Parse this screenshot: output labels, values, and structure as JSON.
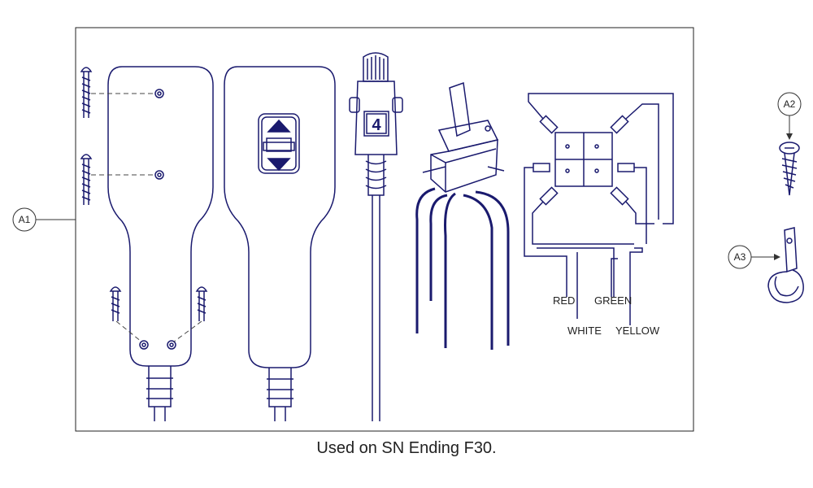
{
  "callouts": {
    "a1": "A1",
    "a2": "A2",
    "a3": "A3"
  },
  "pendant": {
    "cable_connector_label": "4"
  },
  "wiring": {
    "red": "RED",
    "white": "WHITE",
    "green": "GREEN",
    "yellow": "YELLOW"
  },
  "caption": "Used on SN Ending F30.",
  "colors": {
    "line": "#1a1a6e",
    "callout": "#333333"
  }
}
